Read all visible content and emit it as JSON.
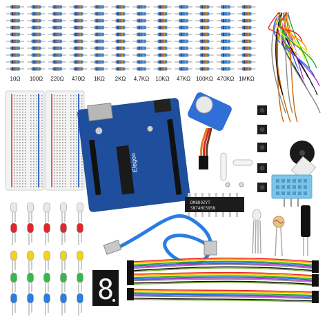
{
  "resistor_labels": [
    "10Ω",
    "100Ω",
    "220Ω",
    "470Ω",
    "1KΩ",
    "2KΩ",
    "4.7KΩ",
    "10KΩ",
    "47KΩ",
    "100KΩ",
    "470KΩ",
    "1MKΩ"
  ],
  "chip": {
    "line1": "DM8D9ZYT",
    "line2": "SN74HC595N"
  },
  "seven_segment_digit": "8",
  "colors": {
    "resistor_body": "#4a86c6",
    "board_blue": "#1f4f9c",
    "breadboard": "#f2f2f2",
    "servo_blue": "#2f6fd6",
    "led_clear": "#e8e8e8",
    "led_red": "#e0262b",
    "led_yellow": "#f2d21b",
    "led_green": "#37b84a",
    "led_blue": "#2a7de1",
    "sensor_blue": "#7ec4e8"
  }
}
